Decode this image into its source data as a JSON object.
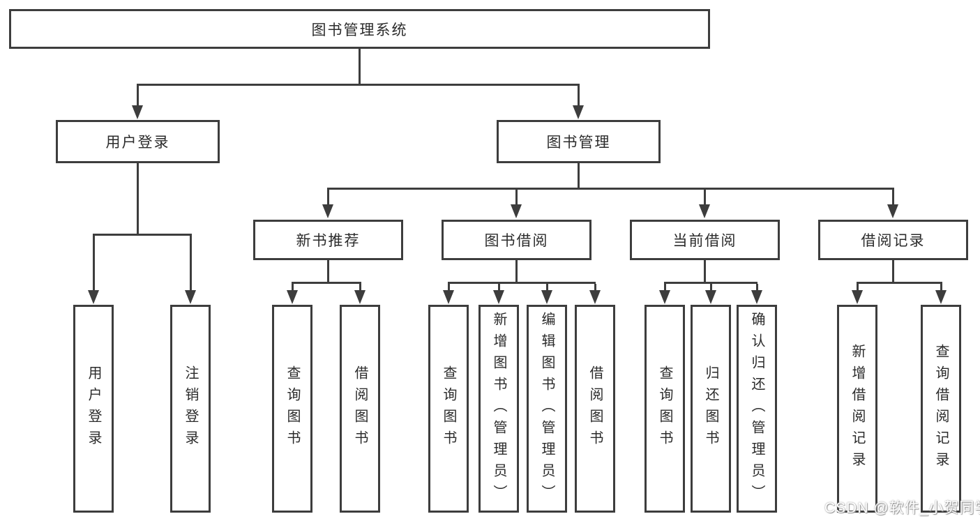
{
  "diagram": {
    "type": "hierarchy-chart",
    "title": "图书管理系统"
  },
  "colors": {
    "line": "#3d3d3d",
    "border": "#3d3d3d",
    "text": "#2b2b2b",
    "background": "#ffffff"
  },
  "tree": {
    "label": "图书管理系统",
    "children": [
      {
        "label": "用户登录",
        "children": [
          {
            "label": "用户登录"
          },
          {
            "label": "注销登录"
          }
        ]
      },
      {
        "label": "图书管理",
        "children": [
          {
            "label": "新书推荐",
            "children": [
              {
                "label": "查询图书"
              },
              {
                "label": "借阅图书"
              }
            ]
          },
          {
            "label": "图书借阅",
            "children": [
              {
                "label": "查询图书"
              },
              {
                "label": "新增图书（管理员）"
              },
              {
                "label": "编辑图书（管理员）"
              },
              {
                "label": "借阅图书"
              }
            ]
          },
          {
            "label": "当前借阅",
            "children": [
              {
                "label": "查询图书"
              },
              {
                "label": "归还图书"
              },
              {
                "label": "确认归还（管理员）"
              }
            ]
          },
          {
            "label": "借阅记录",
            "children": [
              {
                "label": "新增借阅记录"
              },
              {
                "label": "查询借阅记录"
              }
            ]
          }
        ]
      }
    ]
  },
  "watermark": {
    "text": "CSDN @软件_小贺同学"
  }
}
